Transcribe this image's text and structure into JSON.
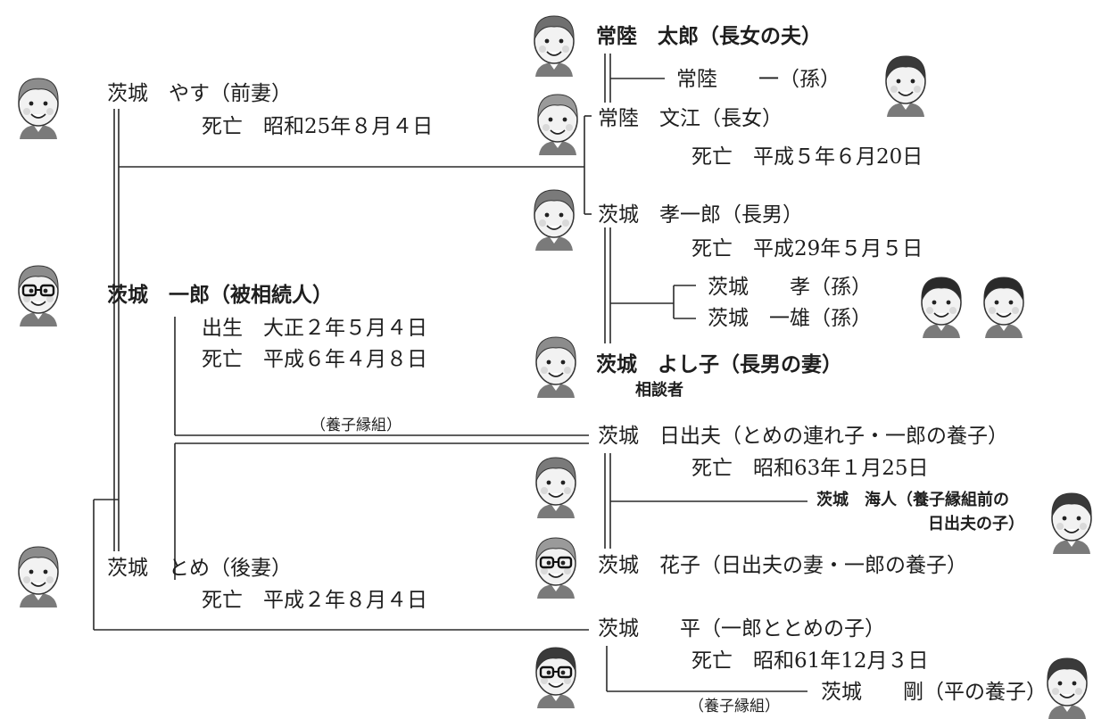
{
  "people": {
    "taro": {
      "surname": "常陸",
      "given": "太郎（長女の夫）"
    },
    "hajime": {
      "text": "常陸　　一（孫）"
    },
    "fumie": {
      "text": "常陸　文江（長女）",
      "death": "死亡　平成５年６月20日"
    },
    "koichiro": {
      "text": "茨城　孝一郎（長男）",
      "death": "死亡　平成29年５月５日"
    },
    "takashi": {
      "text": "茨城　　孝（孫）"
    },
    "kazuo": {
      "text": "茨城　一雄（孫）"
    },
    "yoshiko": {
      "surname": "茨城",
      "given": "よし子（長男の妻）",
      "note": "相談者"
    },
    "yasu": {
      "text": "茨城　やす（前妻）",
      "death": "死亡　昭和25年８月４日"
    },
    "ichiro": {
      "surname": "茨城",
      "given": "一郎（被相続人）",
      "birth": "出生　大正２年５月４日",
      "death": "死亡　平成６年４月８日"
    },
    "hideo": {
      "text": "茨城　日出夫（とめの連れ子・一郎の養子）",
      "death": "死亡　昭和63年１月25日"
    },
    "kaito": {
      "surname": "茨城",
      "given": "海人（養子縁組前の",
      "given2": "日出夫の子）"
    },
    "hanako": {
      "text": "茨城　花子（日出夫の妻・一郎の養子）"
    },
    "tome": {
      "text": "茨城　とめ（後妻）",
      "death": "死亡　平成２年８月４日"
    },
    "taira": {
      "text": "茨城　　平（一郎ととめの子）",
      "death": "死亡　昭和61年12月３日"
    },
    "tsuyoshi": {
      "text": "茨城　　剛（平の養子）"
    }
  },
  "labels": {
    "adoption_top": "（養子縁組）",
    "adoption_bottom": "（養子縁組）"
  },
  "faces": [
    {
      "name": "yasu-face-icon",
      "hair": "#8c8c8c",
      "glasses": false
    },
    {
      "name": "ichiro-face-icon",
      "hair": "#8c8c8c",
      "glasses": true
    },
    {
      "name": "tome-face-icon",
      "hair": "#8c8c8c",
      "glasses": false
    },
    {
      "name": "taro-face-icon",
      "hair": "#6f6f6f",
      "glasses": false
    },
    {
      "name": "fumie-face-icon",
      "hair": "#9a9a9a",
      "glasses": false
    },
    {
      "name": "koichiro-face-icon",
      "hair": "#7a7a7a",
      "glasses": false
    },
    {
      "name": "yoshiko-face-icon",
      "hair": "#8c8c8c",
      "glasses": false
    },
    {
      "name": "hideo-face-icon",
      "hair": "#7a7a7a",
      "glasses": false
    },
    {
      "name": "hanako-face-icon",
      "hair": "#9a9a9a",
      "glasses": true
    },
    {
      "name": "taira-face-icon",
      "hair": "#3a3a3a",
      "glasses": true
    },
    {
      "name": "hajime-face-icon",
      "hair": "#3a3a3a",
      "glasses": false
    },
    {
      "name": "takashi-face-icon",
      "hair": "#2a2a2a",
      "glasses": false
    },
    {
      "name": "kazuo-face-icon",
      "hair": "#2a2a2a",
      "glasses": false
    },
    {
      "name": "kaito-face-icon",
      "hair": "#3a3a3a",
      "glasses": false
    },
    {
      "name": "tsuyoshi-face-icon",
      "hair": "#3a3a3a",
      "glasses": false
    }
  ]
}
